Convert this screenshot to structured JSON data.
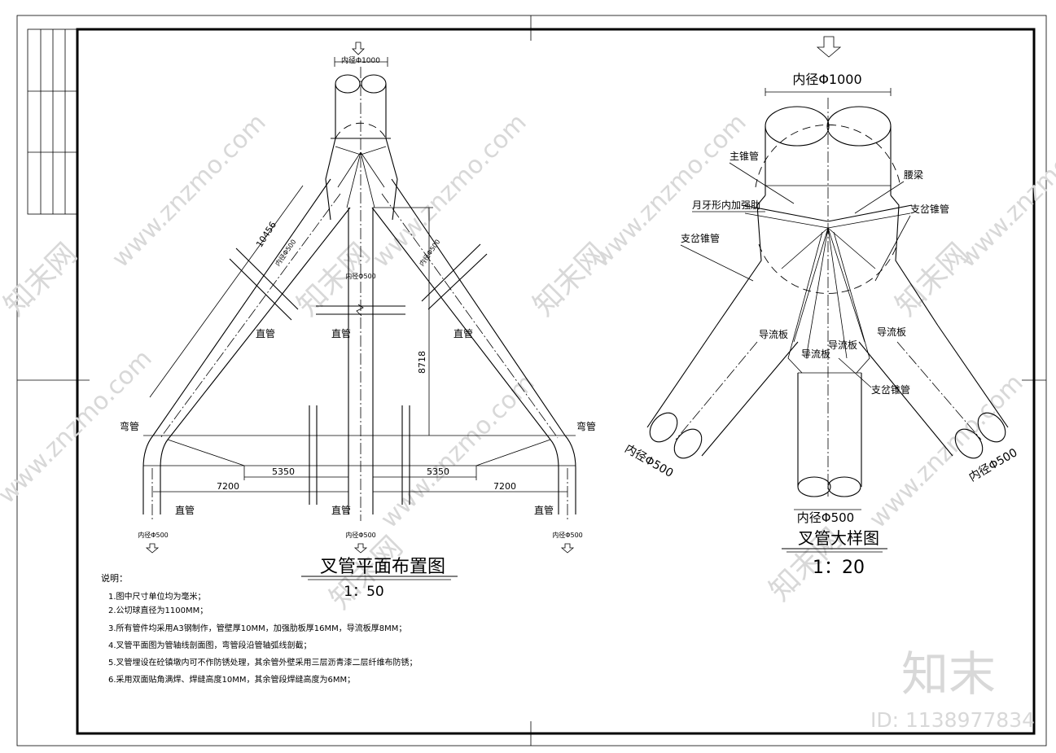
{
  "plan": {
    "title": "叉管平面布置图",
    "scale": "1：50",
    "inlet_dim": "内径Φ1000",
    "outlet_dim_left": "内径Φ500",
    "outlet_dim_mid": "内径Φ500",
    "outlet_dim_right": "内径Φ500",
    "branch_dim_left": "内径Φ500",
    "branch_dim_mid": "内径Φ500",
    "branch_dim_right": "内径Φ500",
    "dim_10456": "10456",
    "dim_8718": "8718",
    "dim_5350_left": "5350",
    "dim_5350_right": "5350",
    "dim_7200_left": "7200",
    "dim_7200_right": "7200",
    "label_straight_1": "直管",
    "label_straight_2": "直管",
    "label_straight_3": "直管",
    "label_straight_4": "直管",
    "label_straight_5": "直管",
    "label_straight_6": "直管",
    "label_bend_left": "弯管",
    "label_bend_right": "弯管"
  },
  "detail": {
    "title": "叉管大样图",
    "scale": "1：20",
    "inlet_dim": "内径Φ1000",
    "outlet_dim_left": "内径Φ500",
    "outlet_dim_right": "内径Φ500",
    "outlet_dim_bottom": "内径Φ500",
    "label_main_cone": "主锥管",
    "label_waist_beam": "腰梁",
    "label_crescent_rib": "月牙形内加强肋",
    "label_branch_cone_1": "支岔锥管",
    "label_branch_cone_2": "支岔锥管",
    "label_branch_cone_3": "支岔锥管",
    "label_guide_1": "导流板",
    "label_guide_2": "导流板",
    "label_guide_3": "导流板",
    "label_guide_4": "导流板"
  },
  "notes": {
    "heading": "说明：",
    "items": [
      "1.图中尺寸单位均为毫米；",
      "2.公切球直径为1100MM；",
      "3.所有管件均采用A3钢制作，管壁厚10MM，加强肋板厚16MM，导流板厚8MM；",
      "4.叉管平面图为管轴线剖面图，弯管段沿管轴弧线剖截；",
      "5.叉管埋设在砼镇墩内可不作防锈处理，其余管外壁采用三层沥青漆二层纤维布防锈；",
      "6.采用双面贴角满焊、焊缝高度10MM，其余管段焊缝高度为6MM；"
    ]
  },
  "watermark": {
    "url": "www.znzmo.com",
    "brand": "知末网",
    "logo": "知末",
    "id": "ID: 1138977834"
  }
}
